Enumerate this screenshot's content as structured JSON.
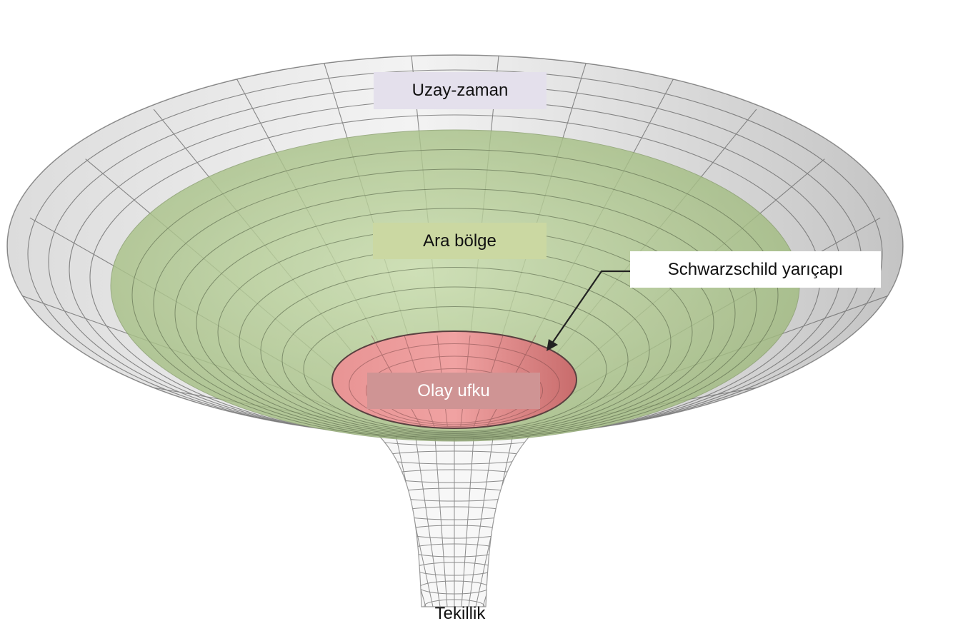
{
  "labels": {
    "spacetime": "Uzay-zaman",
    "intermediate_region": "Ara bölge",
    "schwarzschild_radius": "Schwarzschild yarıçapı",
    "event_horizon": "Olay ufku",
    "singularity": "Tekillik"
  },
  "colors": {
    "spacetime_surface": "#e8e8e8",
    "intermediate_region": "#b2c98f",
    "event_horizon": "#e08a8a",
    "grid_lines": "#555555",
    "spacetime_label_bg": "#e4e0ec",
    "intermediate_label_bg": "#cbd8a2",
    "horizon_label_bg": "#cf9494"
  }
}
